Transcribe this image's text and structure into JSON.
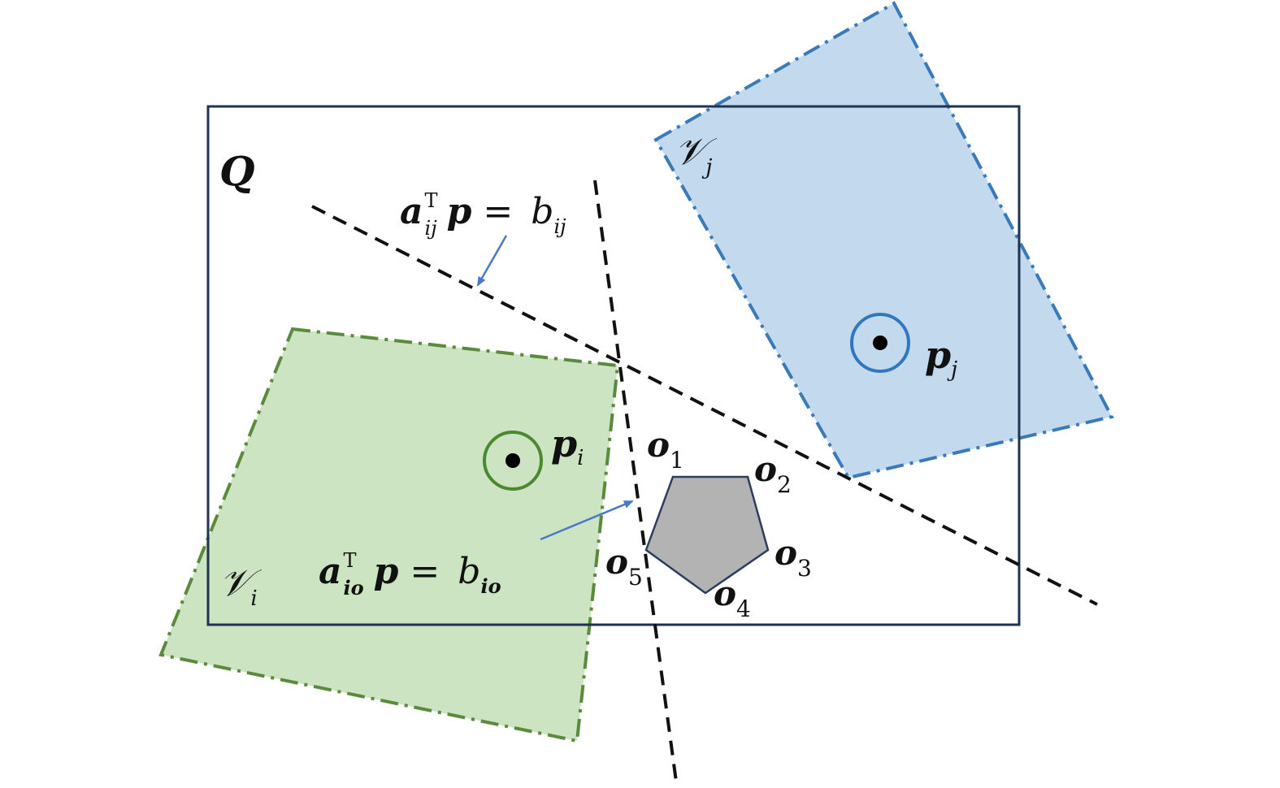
{
  "labels": {
    "region_q": "Q",
    "cell_j": {
      "base": "𝒱",
      "sub": "j"
    },
    "cell_i": {
      "base": "𝒱",
      "sub": "i"
    },
    "robot_j": {
      "base": "p",
      "sub": "j"
    },
    "robot_i": {
      "base": "p",
      "sub": "i"
    },
    "eq_ij": {
      "a": "a",
      "sup": "T",
      "sub": "ij",
      "p": "p",
      "eq": "=",
      "b": "b",
      "bsub": "ij"
    },
    "eq_io": {
      "a": "a",
      "sup": "T",
      "sub": "io",
      "p": "p",
      "eq": "=",
      "b": "b",
      "bsub": "io"
    },
    "vertices": [
      {
        "base": "o",
        "sub": "1"
      },
      {
        "base": "o",
        "sub": "2"
      },
      {
        "base": "o",
        "sub": "3"
      },
      {
        "base": "o",
        "sub": "4"
      },
      {
        "base": "o",
        "sub": "5"
      }
    ]
  },
  "colors": {
    "frame": "#1f3350",
    "cell_j_fill": "#c2d9ee",
    "cell_j_stroke": "#3a7ab8",
    "cell_i_fill": "#cde4c2",
    "cell_i_stroke": "#5a8a3c",
    "robot_j_ring": "#2f78c0",
    "robot_i_ring": "#4a8a2e",
    "obstacle_fill": "#b3b3b3",
    "obstacle_stroke": "#2c3e60",
    "arrow": "#4a78c8",
    "line": "#111111"
  }
}
